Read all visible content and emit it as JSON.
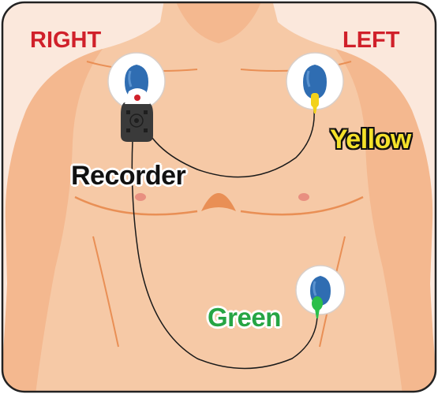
{
  "labels": {
    "right": "RIGHT",
    "left": "LEFT",
    "recorder": "Recorder",
    "yellow": "Yellow",
    "green": "Green"
  },
  "colors": {
    "frame_border": "#222222",
    "frame_fill": "#fbe8dc",
    "skin": "#f6c9a6",
    "skin_shadow": "#f3a97c",
    "skin_contour": "#e98f55",
    "nipple": "#e88f80",
    "pad_ring": "#ffffff",
    "pad_ring_stroke": "#d9cfc9",
    "pad_gel": "#2f6db2",
    "pad_gel_light": "#5b93cf",
    "lead_yellow": "#f2d21a",
    "lead_green": "#2bbf4a",
    "recorder_body": "#3a3a3a",
    "recorder_cap": "#ffffff",
    "recorder_logo": "#d0202a",
    "wire": "#1a1a1a",
    "right_text": "#d0202a",
    "left_text": "#d0202a",
    "yellow_text": "#f4e12a",
    "green_text": "#26a544"
  },
  "icons": {
    "electrode_right": "electrode-pad-icon",
    "electrode_left": "electrode-pad-icon",
    "electrode_lower": "electrode-pad-icon",
    "recorder_device": "holter-recorder-icon"
  }
}
